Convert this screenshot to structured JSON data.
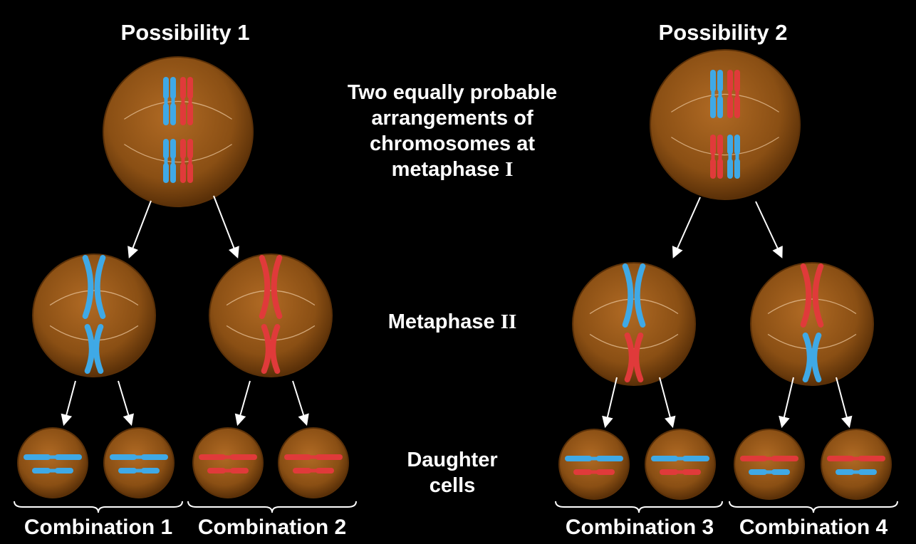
{
  "headings": {
    "possibility_1": "Possibility 1",
    "possibility_2": "Possibility 2"
  },
  "middle_labels": {
    "arrangements_line1": "Two equally probable",
    "arrangements_line2": "arrangements of",
    "arrangements_line3": "chromosomes at",
    "arrangements_line4_text": "metaphase ",
    "arrangements_line4_roman": "I",
    "metaphase2_text": "Metaphase ",
    "metaphase2_roman": "II",
    "daughter_line1": "Daughter",
    "daughter_line2": "cells"
  },
  "combinations": [
    "Combination 1",
    "Combination 2",
    "Combination 3",
    "Combination 4"
  ],
  "colors": {
    "background": "#000000",
    "cell_fill": "#8a4f14",
    "cell_edge": "#5a3008",
    "chromosome_blue": "#3fa9e6",
    "chromosome_red": "#e03a3a",
    "arrow": "#ffffff"
  }
}
